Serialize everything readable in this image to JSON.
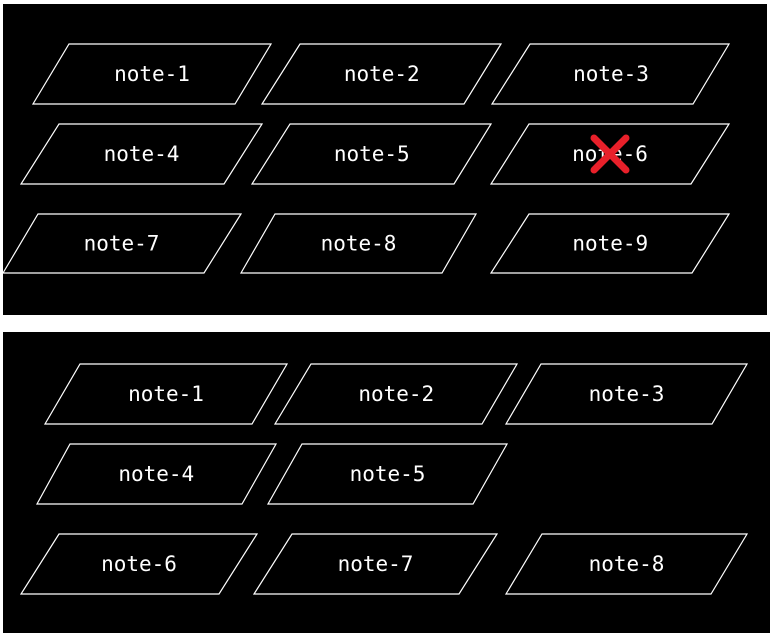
{
  "colors": {
    "background": "#000000",
    "outline": "#ffffff",
    "text": "#ffffff",
    "delete_mark": "#e8202a",
    "separator": "#ffffff"
  },
  "top_panel": {
    "notes": [
      {
        "label": "note-1"
      },
      {
        "label": "note-2"
      },
      {
        "label": "note-3"
      },
      {
        "label": "note-4"
      },
      {
        "label": "note-5"
      },
      {
        "label": "note-6",
        "deleted": true
      },
      {
        "label": "note-7"
      },
      {
        "label": "note-8"
      },
      {
        "label": "note-9"
      }
    ],
    "delete_mark_icon": "x-mark-icon"
  },
  "bottom_panel": {
    "notes": [
      {
        "label": "note-1"
      },
      {
        "label": "note-2"
      },
      {
        "label": "note-3"
      },
      {
        "label": "note-4"
      },
      {
        "label": "note-5"
      },
      {
        "label": "note-6"
      },
      {
        "label": "note-7"
      },
      {
        "label": "note-8"
      }
    ]
  }
}
